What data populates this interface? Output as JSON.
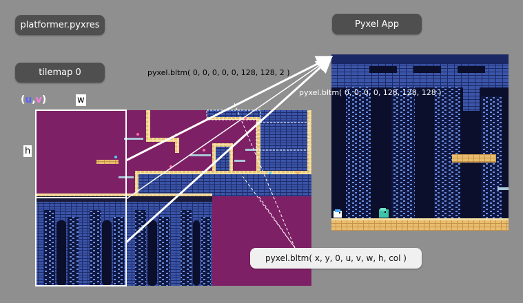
{
  "resource_button": "platformer.pyxres",
  "tilemap_button": "tilemap 0",
  "app_button": "Pyxel App",
  "bltm_call_1": "pyxel.bltm( 0, 0, 0, 0, 0, 128, 128, 2 )",
  "bltm_call_2": "pyxel.bltm( 0, 0, 0, 0, 128, 128, 128 )",
  "bltm_signature": "pyxel.bltm( x, y, 0, u, v, w, h, col )",
  "uv_label": {
    "open": "(",
    "u": "u",
    "comma": ",",
    "v": "v",
    "close": ")"
  },
  "w_label": "w",
  "h_label": "h",
  "colors": {
    "background": "#8f8f8f",
    "button": "#4f4f4f",
    "tilemap_sky": "#7e2065",
    "brick": "#2b3f87",
    "highlight": "#ffffff",
    "u_color": "#5b63ff",
    "v_color": "#ff7ae6"
  }
}
